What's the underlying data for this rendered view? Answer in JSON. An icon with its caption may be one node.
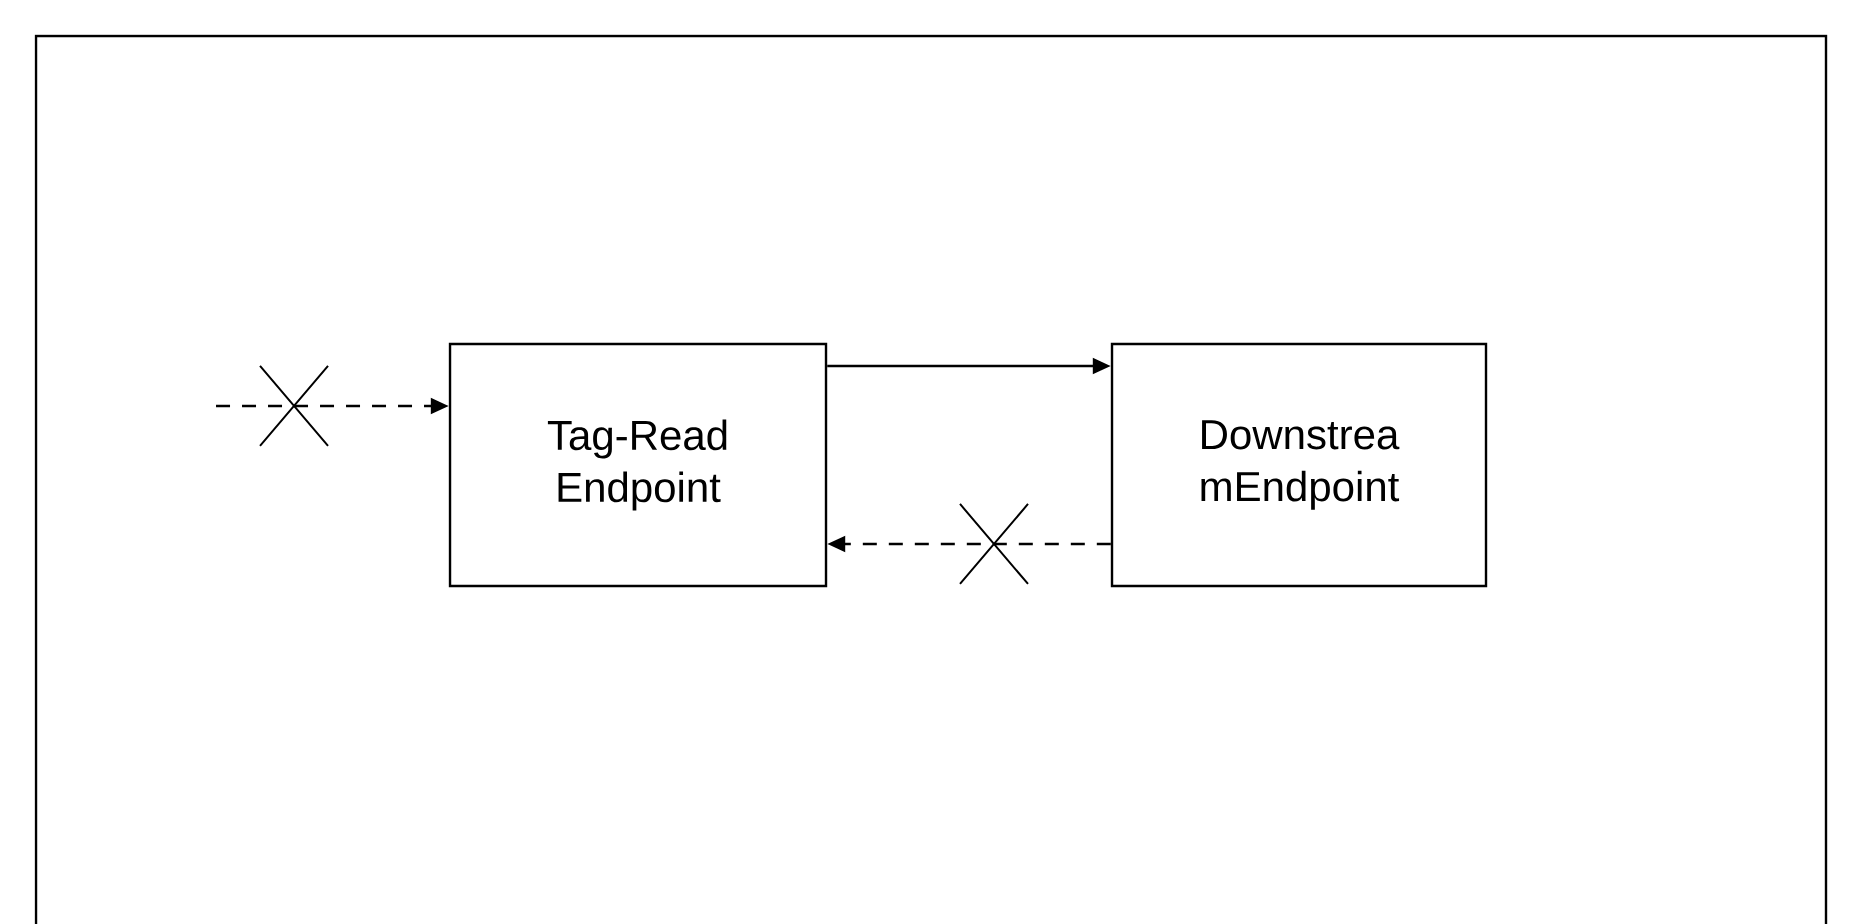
{
  "diagram": {
    "nodes": [
      {
        "text": [
          "Tag-Read Endpoint"
        ]
      },
      {
        "text": [
          "Downstrea mEndpoint"
        ]
      }
    ],
    "edges": [
      {
        "from": null,
        "to": 0,
        "arrow": "to",
        "style": "dashed"
      },
      {
        "from": 0,
        "to": 1,
        "arrow": "to"
      },
      {
        "from": 1,
        "to": 0,
        "arrow": "to",
        "style": "dashed"
      }
    ]
  }
}
